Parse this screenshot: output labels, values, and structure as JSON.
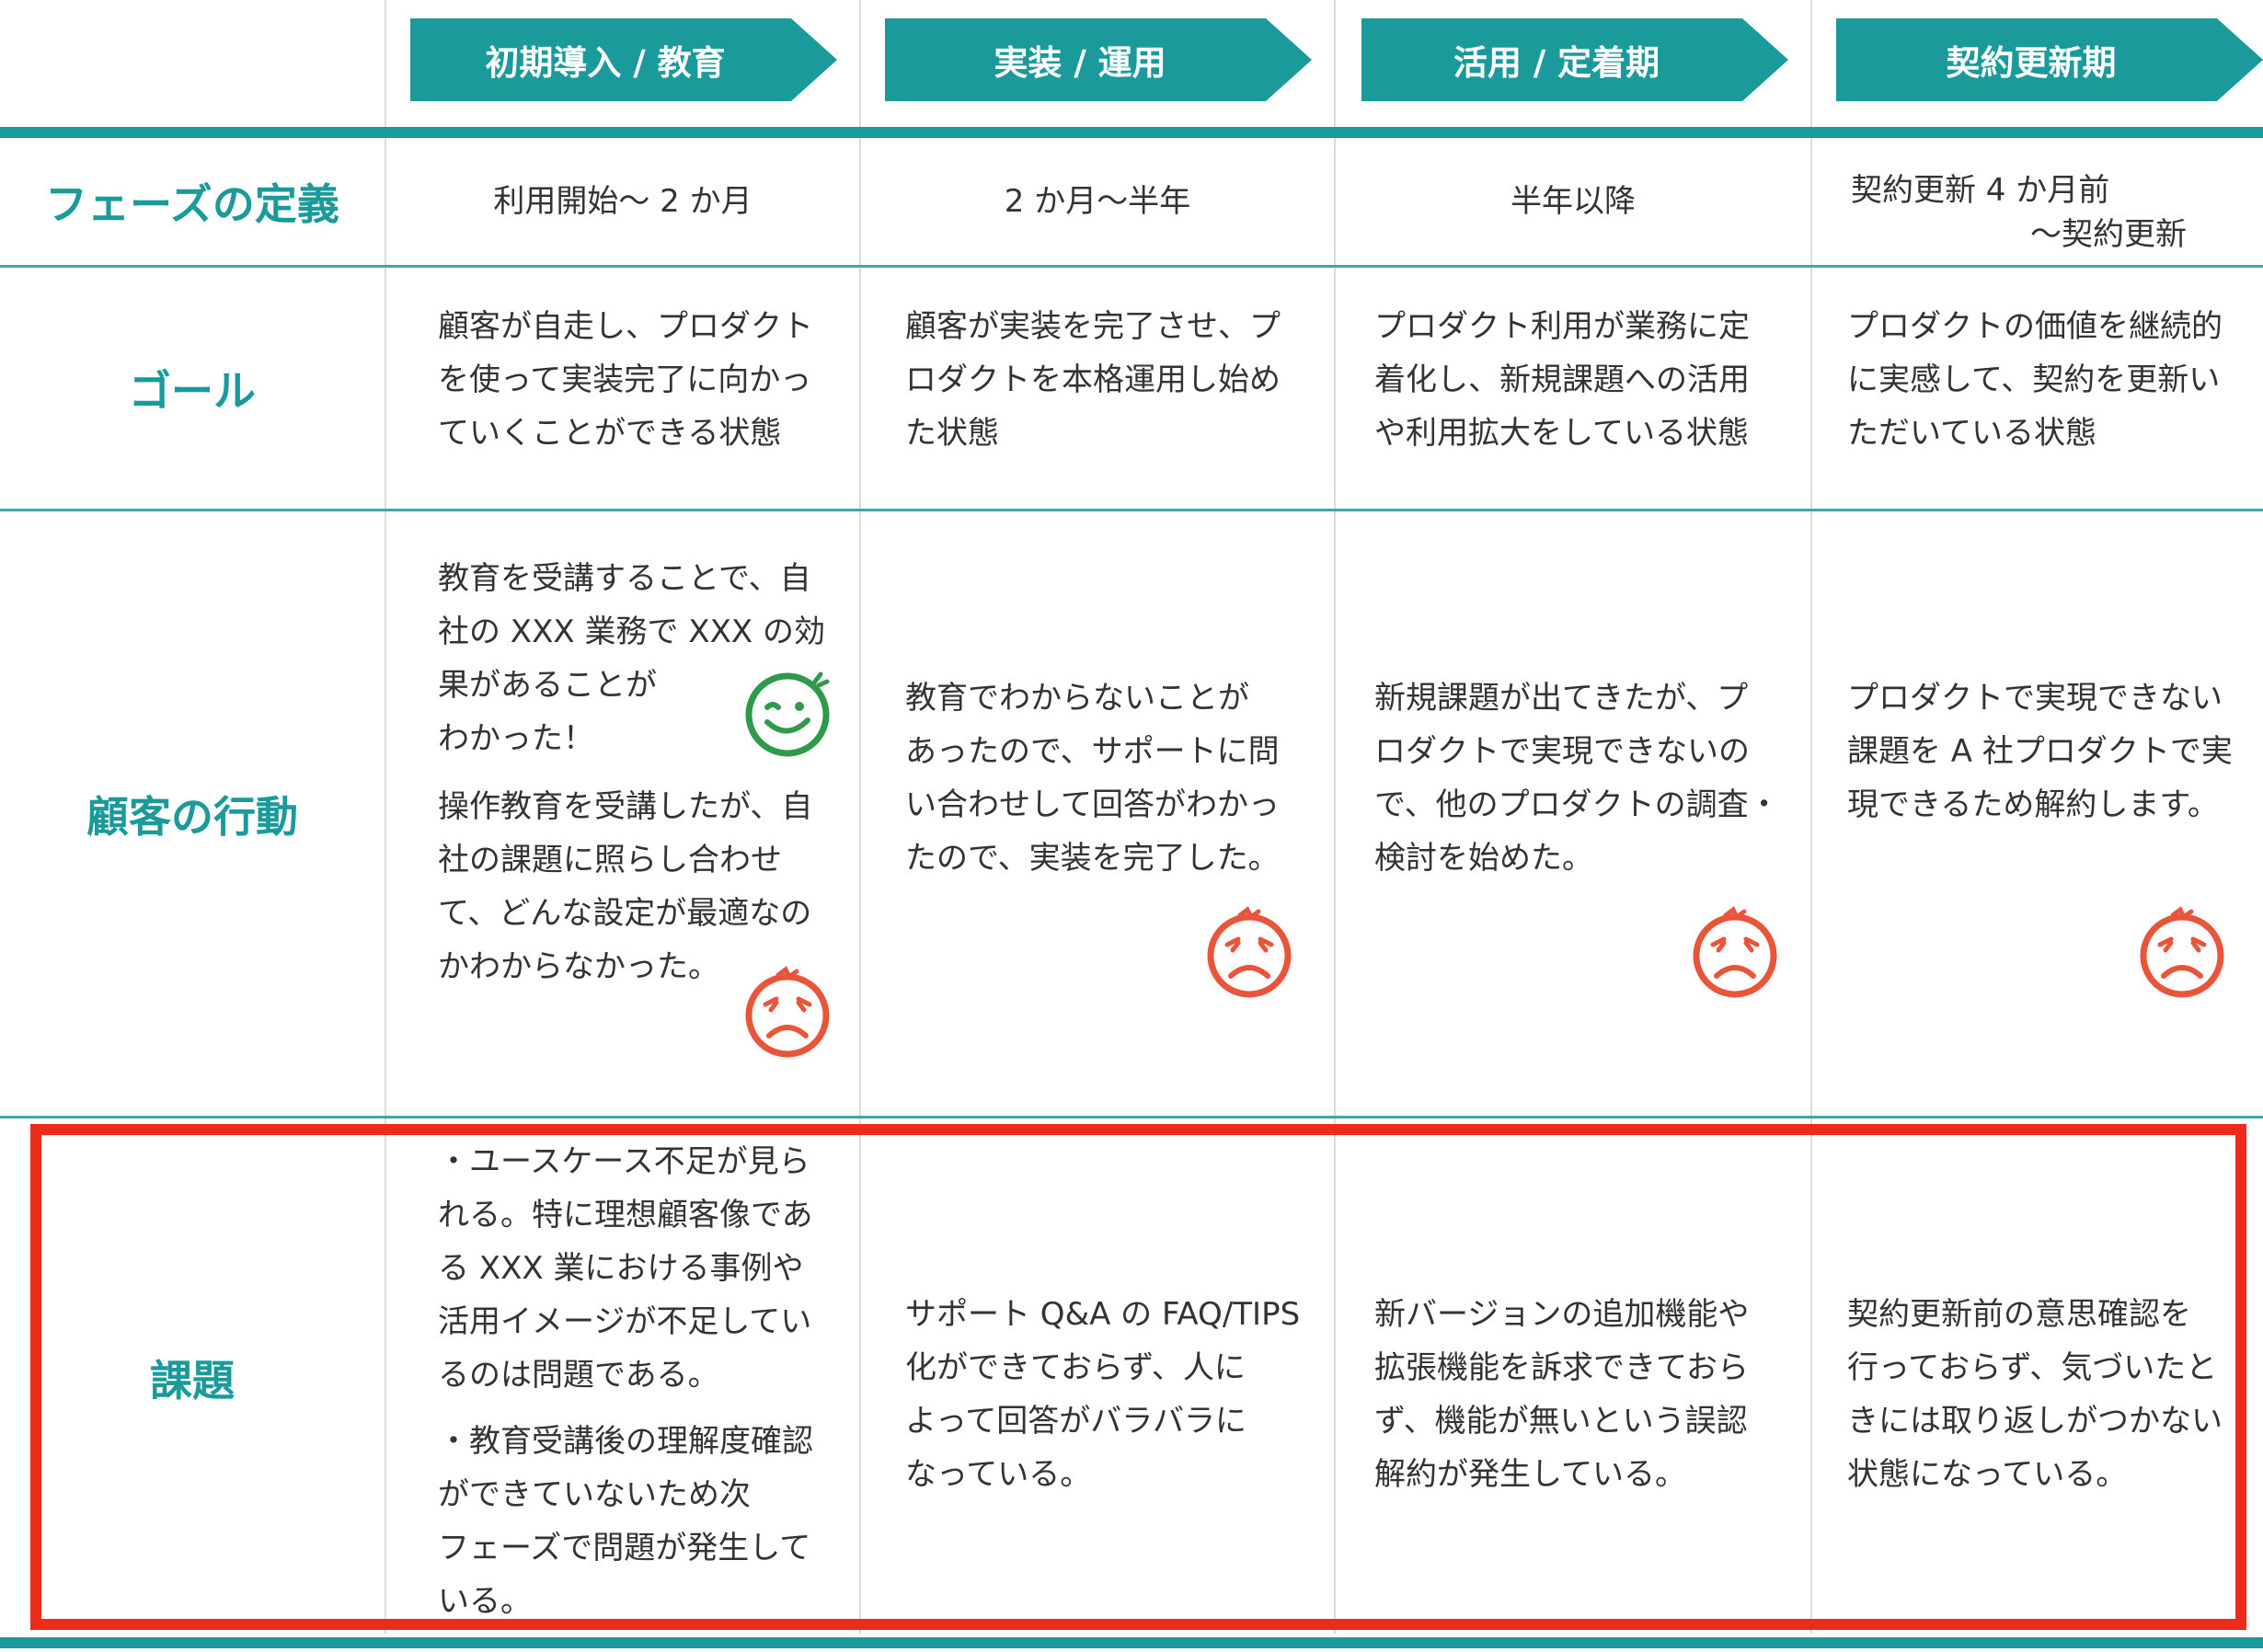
{
  "colors": {
    "teal": "#1a9a9a",
    "highlight": "#ee2a1b",
    "happy": "#2e9a4a",
    "sad": "#e8553a"
  },
  "phases": [
    "初期導入 / 教育",
    "実装 / 運用",
    "活用 / 定着期",
    "契約更新期"
  ],
  "rows": {
    "definition": {
      "label": "フェーズの定義",
      "cells": [
        "利用開始～ 2 か月",
        "2 か月～半年",
        "半年以降"
      ],
      "last": {
        "line1": "契約更新 4 か月前",
        "line2": "～契約更新"
      }
    },
    "goal": {
      "label": "ゴール",
      "cells": [
        "顧客が自走し、プロダクト\nを使って実装完了に向かっ\nていくことができる状態",
        "顧客が実装を完了させ、プ\nロダクトを本格運用し始め\nた状態",
        "プロダクト利用が業務に定\n着化し、新規課題への活用\nや利用拡大をしている状態",
        "プロダクトの価値を継続的\nに実感して、契約を更新い\nただいている状態"
      ]
    },
    "behavior": {
      "label": "顧客の行動",
      "col1_a": "教育を受講することで、自\n社の XXX 業務で XXX の効\n果があることが\nわかった！",
      "col1_b": "操作教育を受講したが、自\n社の課題に照らし合わせ\nて、どんな設定が最適なの\nかわからなかった。",
      "cells": [
        "教育でわからないことが\nあったので、サポートに問\nい合わせして回答がわかっ\nたので、実装を完了した。",
        "新規課題が出てきたが、プ\nロダクトで実現できないの\nで、他のプロダクトの調査・\n検討を始めた。",
        "プロダクトで実現できない\n課題を A 社プロダクトで実\n現できるため解約します。"
      ],
      "face_icons": [
        "happy-face-icon",
        "sad-face-icon"
      ]
    },
    "issues": {
      "label": "課題",
      "col1_a": "・ユースケース不足が見ら\nれる。特に理想顧客像であ\nる XXX 業における事例や\n活用イメージが不足してい\nるのは問題である。",
      "col1_b": "・教育受講後の理解度確認\nができていないため次\nフェーズで問題が発生して\nいる。",
      "cells": [
        "サポート Q&A の FAQ/TIPS\n化ができておらず、人に\nよって回答がバラバラに\nなっている。",
        "新バージョンの追加機能や\n拡張機能を訴求できておら\nず、機能が無いという誤認\n解約が発生している。",
        "契約更新前の意思確認を\n行っておらず、気づいたと\nきには取り返しがつかない\n状態になっている。"
      ]
    }
  }
}
